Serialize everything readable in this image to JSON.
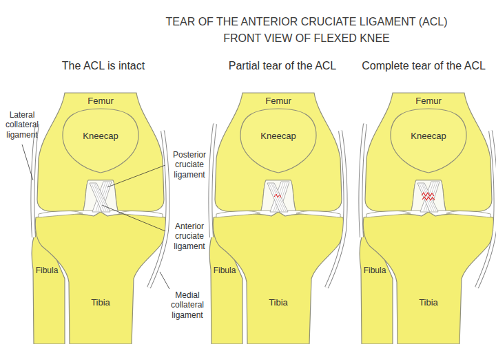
{
  "diagram": {
    "title": "TEAR OF THE ANTERIOR CRUCIATE LIGAMENT (ACL) FRONT VIEW OF FLEXED KNEE",
    "labels": [
      "The ACL is intact",
      "Partial tear of the ACL",
      "Complete tear of the ACL",
      "Lateral collateral ligament",
      "Femur",
      "Kneecap",
      "Posterior cruciate ligament",
      "Anterior cruciate ligament",
      "Fibula",
      "Tibia",
      "Medial collateral ligament",
      "Femur",
      "Kneecap",
      "Fibula",
      "Tibia",
      "Femur",
      "Kneecap",
      "Fibula",
      "Tibia"
    ]
  }
}
